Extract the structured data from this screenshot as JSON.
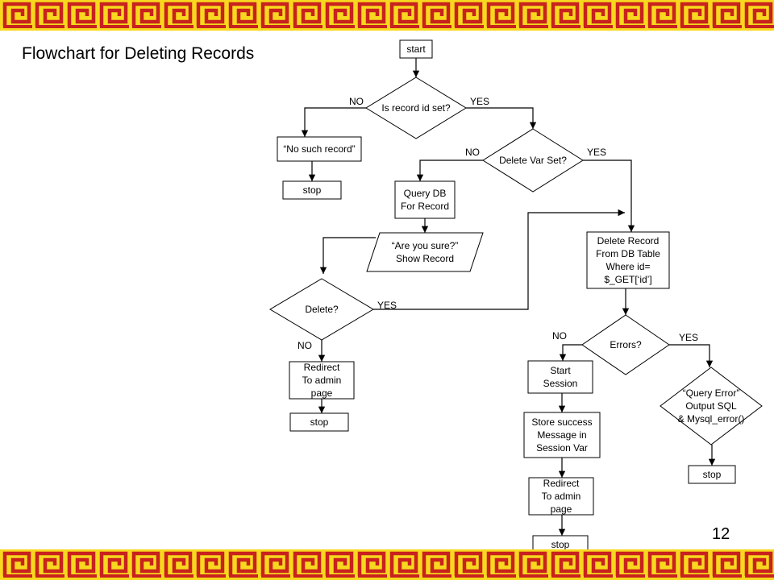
{
  "slide": {
    "title": "Flowchart for Deleting Records",
    "page_number": "12"
  },
  "theme": {
    "border_fill": "#f7d81e",
    "border_pattern": "#c8221e",
    "stroke": "#000000"
  },
  "border": {
    "pattern_icon": "greek-key-icon"
  },
  "flowchart": {
    "nodes": {
      "start": {
        "lines": [
          "start"
        ]
      },
      "is_record_id_set": {
        "lines": [
          "Is record id set?"
        ]
      },
      "no_such_record": {
        "lines": [
          "“No such record”"
        ]
      },
      "stop_1": {
        "lines": [
          "stop"
        ]
      },
      "delete_var_set": {
        "lines": [
          "Delete Var Set?"
        ]
      },
      "query_db": {
        "lines": [
          "Query DB",
          "For Record"
        ]
      },
      "are_you_sure": {
        "lines": [
          "“Are you sure?”",
          "Show Record"
        ]
      },
      "delete_decision": {
        "lines": [
          "Delete?"
        ]
      },
      "redirect_left": {
        "lines": [
          "Redirect",
          "To admin",
          "page"
        ]
      },
      "stop_2": {
        "lines": [
          "stop"
        ]
      },
      "delete_record": {
        "lines": [
          "Delete Record",
          "From DB Table",
          "Where  id=",
          "$_GET[‘id’]"
        ]
      },
      "errors": {
        "lines": [
          "Errors?"
        ]
      },
      "start_session": {
        "lines": [
          "Start",
          "Session"
        ]
      },
      "store_success": {
        "lines": [
          "Store success",
          "Message in",
          "Session Var"
        ]
      },
      "redirect_right": {
        "lines": [
          "Redirect",
          "To admin",
          "page"
        ]
      },
      "stop_3": {
        "lines": [
          "stop"
        ]
      },
      "query_error": {
        "lines": [
          "“Query Error”",
          "Output SQL",
          "& Mysql_error()"
        ]
      },
      "stop_4": {
        "lines": [
          "stop"
        ]
      }
    },
    "labels": {
      "record_no": "NO",
      "record_yes": "YES",
      "delvar_no": "NO",
      "delvar_yes": "YES",
      "delete_yes": "YES",
      "delete_no": "NO",
      "errors_no": "NO",
      "errors_yes": "YES"
    }
  }
}
